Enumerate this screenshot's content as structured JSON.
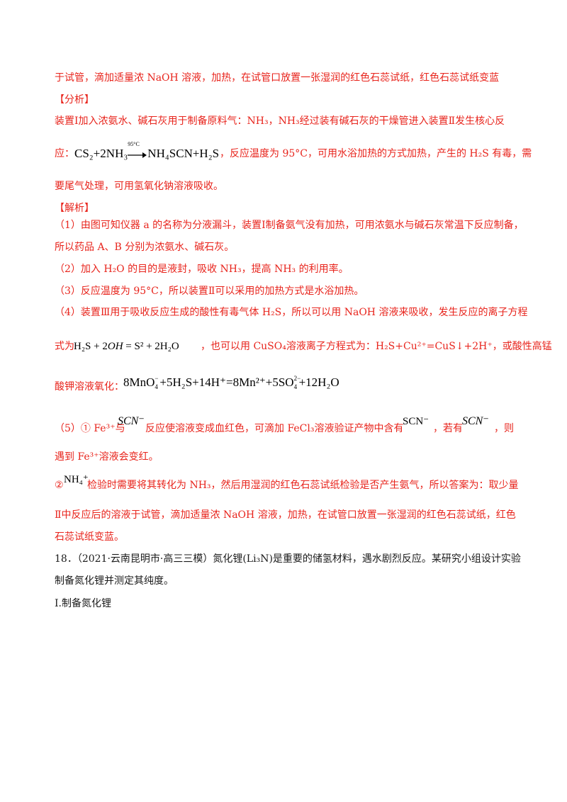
{
  "colors": {
    "answer_text": "#e8241c",
    "question_text": "#1a1a1a",
    "formula_text": "#000000"
  },
  "l01": "于试管，滴加适量浓 NaOH 溶液，加热，在试管口放置一张湿润的红色石蕊试纸，红色石蕊试纸变蓝",
  "analysis_header": "【分析】",
  "l03": "装置Ⅰ加入浓氨水、碱石灰用于制备原料气：NH₃，NH₃经过装有碱石灰的干燥管进入装置Ⅱ发生核心反",
  "l04_prefix": "应：",
  "eq1": {
    "left": "CS₂+2NH₃",
    "condition": "95°C",
    "right": "NH₄SCN+H₂S"
  },
  "l04_suffix": "，反应温度为 95°C，可用水浴加热的方式加热，产生的 H₂S 有毒，需",
  "l05": "要尾气处理，可用氢氧化钠溶液吸收。",
  "solution_header": "【解析】",
  "s1_a": "（1）由图可知仪器 a 的名称为分液漏斗，装置Ⅰ制备氨气没有加热，可用浓氨水与碱石灰常温下反应制备，",
  "s1_b": "所以药品 A、B 分别为浓氨水、碱石灰。",
  "s2": "（2）加入 H₂O 的目的是液封，吸收 NH₃，提高 NH₃ 的利用率。",
  "s3": "（3）反应温度为 95°C，所以装置Ⅱ可以采用的加热方式是水浴加热。",
  "s4_a": "（4）装置Ⅲ用于吸收反应生成的酸性有毒气体 H₂S，所以可以用 NaOH 溶液来吸收，发生反应的离子方程",
  "s4_b_prefix": "式为",
  "eq2": {
    "h2s": "H₂S + 2",
    "oh": "OH",
    "mid": " = S²  + 2H₂O"
  },
  "s4_b_suffix": "，也可以用 CuSO₄溶液离子方程式为：H₂S+Cu²⁺=CuS↓+2H⁺，或酸性高锰",
  "s4_c_prefix": "酸钾溶液氧化：",
  "eq3": {
    "a": "8MnO",
    "b": "+5H₂S+14H⁺=8Mn²⁺+5SO",
    "c": "+12H₂O"
  },
  "s5_a": {
    "p1": "（5）① Fe³⁺与",
    "scn": "SCN⁻",
    "p2": "反应使溶液变成血红色，可滴加 FeCl₃溶液验证产物中含有",
    "scn2": "SCN⁻",
    "p3": "，若有",
    "scn3": "SCN⁻",
    "p4": "，则"
  },
  "s5_b": "遇到 Fe³⁺溶液会变红。",
  "s5_c": {
    "p1": "②",
    "nh4": "NH₄⁺",
    "p2": "检验时需要将其转化为 NH₃，然后用湿润的红色石蕊试纸检验是否产生氨气，所以答案为：取少量"
  },
  "s5_d": "Ⅱ中反应后的溶液于试管，滴加适量浓 NaOH 溶液，加热，在试管口放置一张湿润的红色石蕊试纸，红色",
  "s5_e": "石蕊试纸变蓝。",
  "q18_a": "18．（2021·云南昆明市·高三三模）氮化锂(Li₃N)是重要的储氢材料，遇水剧烈反应。某研究小组设计实验",
  "q18_b": "制备氮化锂并测定其纯度。",
  "q18_c": "I.制备氮化锂"
}
